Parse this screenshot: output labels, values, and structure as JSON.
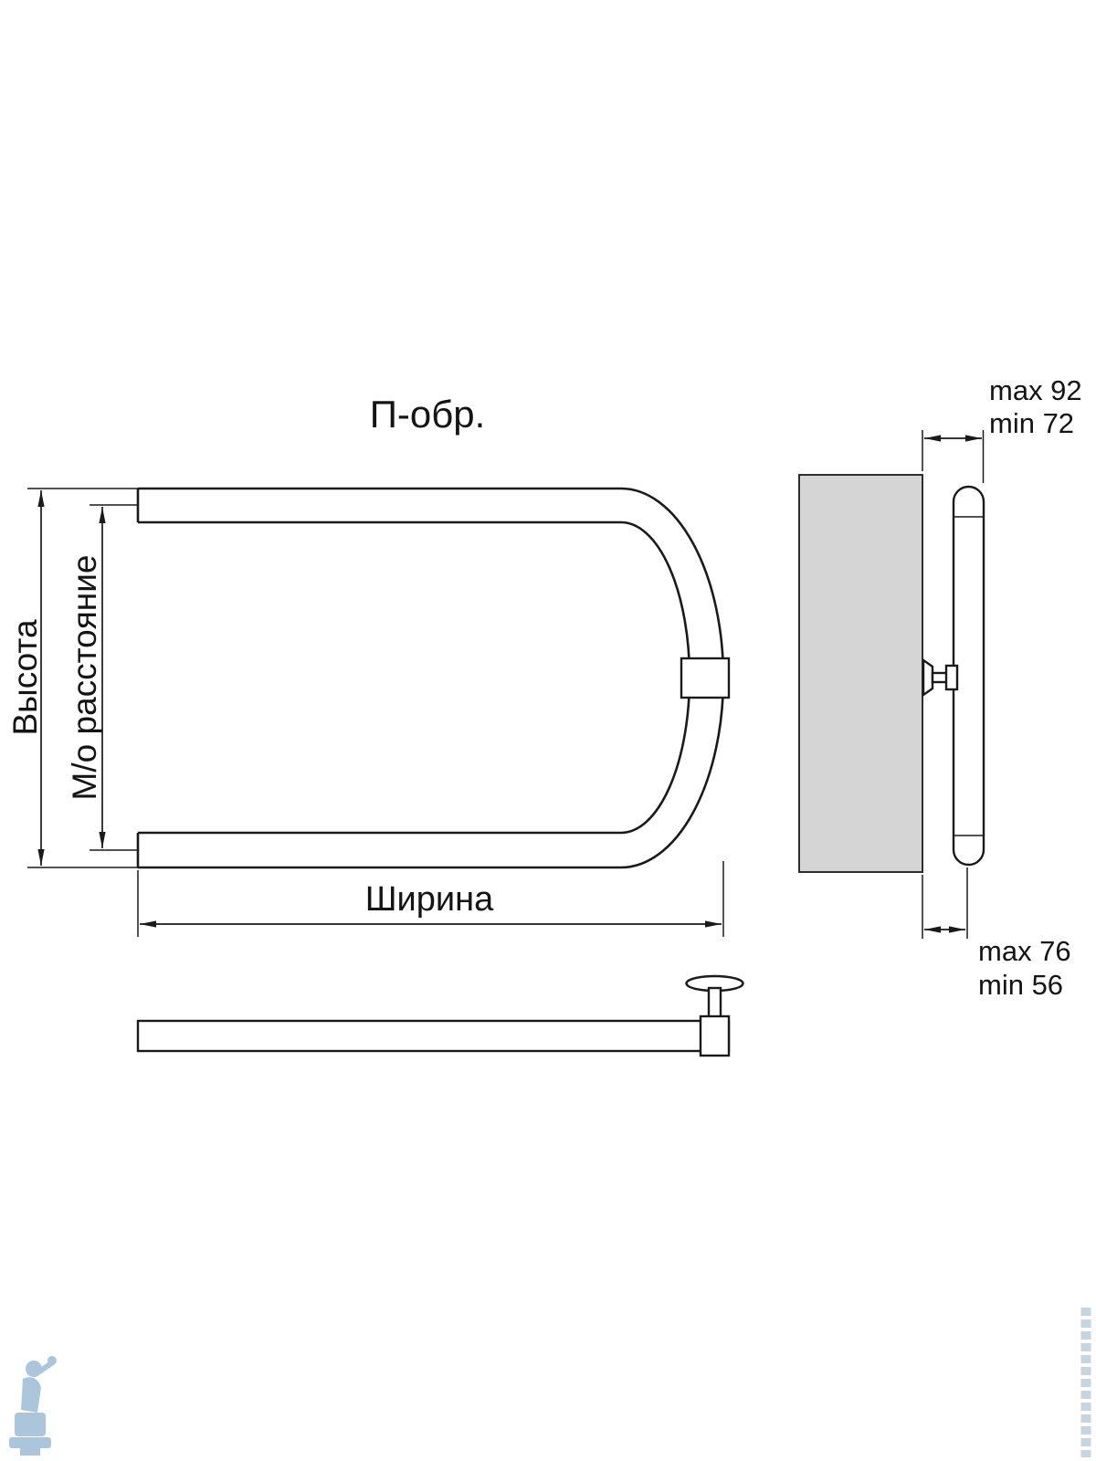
{
  "title": "П-обр.",
  "front_view": {
    "height_label": "Высота",
    "center_distance_label": "М/о расстояние",
    "width_label": "Ширина"
  },
  "side_view": {
    "wall_offset_top": {
      "max": "max 92",
      "min": "min 72"
    },
    "wall_offset_bottom": {
      "max": "max 76",
      "min": "min 56"
    }
  },
  "colors": {
    "line": "#1a1a1a",
    "wall_fill": "#d5d5d5",
    "watermark_blue": "#a7c4da"
  }
}
